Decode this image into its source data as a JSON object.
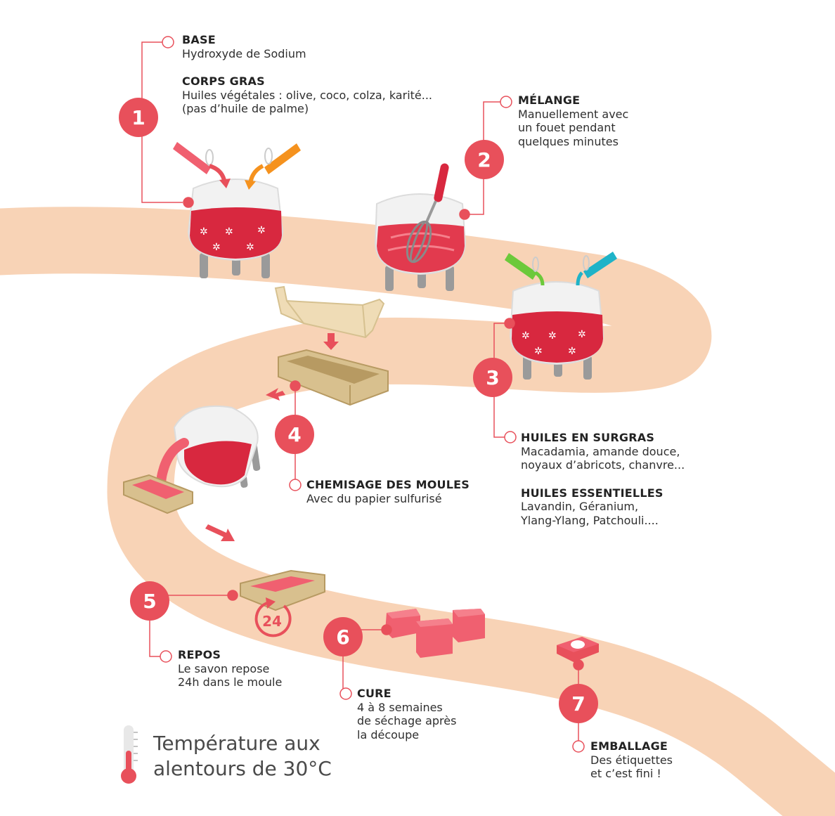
{
  "steps": [
    {
      "number": "1",
      "sections": [
        {
          "title": "BASE",
          "lines": [
            "Hydroxyde de Sodium"
          ]
        },
        {
          "title": "CORPS GRAS",
          "lines": [
            "Huiles végétales : olive, coco, colza, karité...",
            "(pas d’huile de palme)"
          ]
        }
      ]
    },
    {
      "number": "2",
      "sections": [
        {
          "title": "MÉLANGE",
          "lines": [
            "Manuellement avec",
            "un fouet pendant",
            "quelques minutes"
          ]
        }
      ]
    },
    {
      "number": "3",
      "sections": [
        {
          "title": "HUILES EN SURGRAS",
          "lines": [
            "Macadamia, amande douce,",
            "noyaux d’abricots, chanvre..."
          ]
        },
        {
          "title": "HUILES ESSENTIELLES",
          "lines": [
            "Lavandin, Géranium,",
            "Ylang-Ylang, Patchouli...."
          ]
        }
      ]
    },
    {
      "number": "4",
      "sections": [
        {
          "title": "CHEMISAGE DES MOULES",
          "lines": [
            "Avec du papier sulfurisé"
          ]
        }
      ]
    },
    {
      "number": "5",
      "sections": [
        {
          "title": "REPOS",
          "lines": [
            "Le savon repose",
            "24h dans le moule"
          ]
        }
      ]
    },
    {
      "number": "6",
      "sections": [
        {
          "title": "CURE",
          "lines": [
            "4 à 8 semaines",
            "de séchage après",
            "la découpe"
          ]
        }
      ]
    },
    {
      "number": "7",
      "sections": [
        {
          "title": "EMBALLAGE",
          "lines": [
            "Des étiquettes",
            "et c’est fini !"
          ]
        }
      ]
    }
  ],
  "timer_label": "24",
  "temperature": {
    "line1": "Température aux",
    "line2": "alentours de 30°C"
  },
  "colors": {
    "path": "#f8d3b6",
    "accent": "#e8505b",
    "soap": "#d8283f",
    "soap_light": "#f06070",
    "orange": "#f5921e",
    "green": "#6cc93b",
    "teal": "#1fb3c8",
    "wood": "#d8c08e",
    "wood_dark": "#b79a62",
    "paper": "#efdcb6",
    "bowl": "#f2f2f2",
    "leg": "#9a9a9a"
  }
}
